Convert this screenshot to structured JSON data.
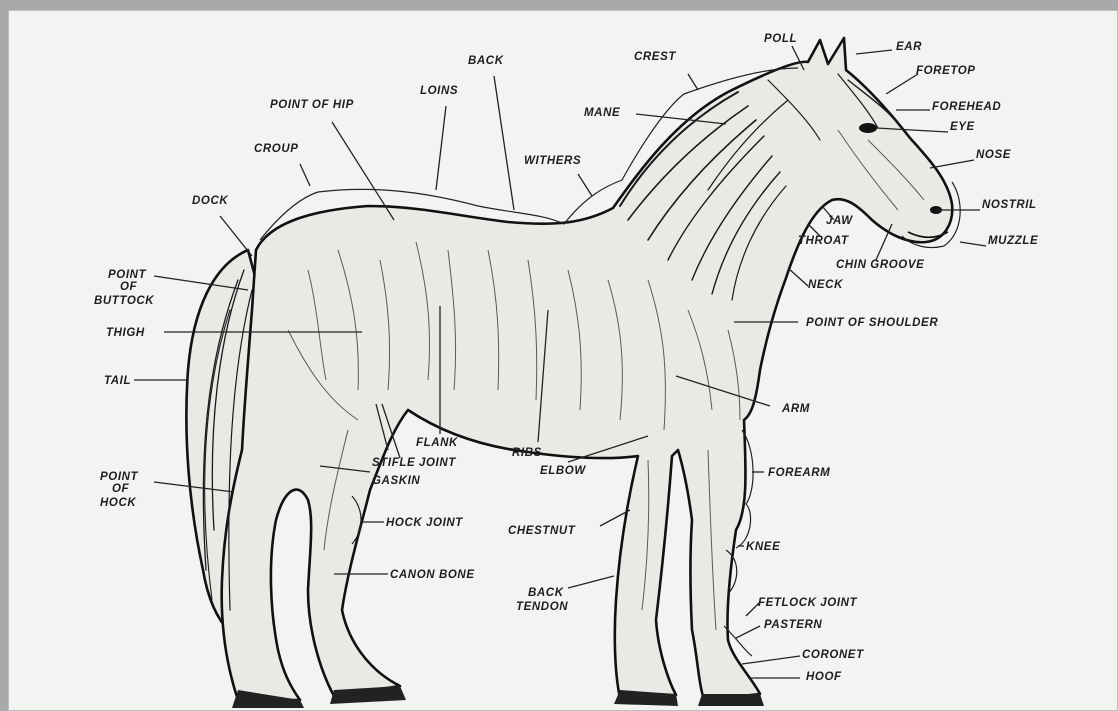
{
  "labels": {
    "poll": "POLL",
    "ear": "EAR",
    "foretop": "FORETOP",
    "forehead": "FOREHEAD",
    "eye": "EYE",
    "nose": "NOSE",
    "nostril": "NOSTRIL",
    "muzzle": "MUZZLE",
    "chin_groove": "CHIN GROOVE",
    "jaw": "JAW",
    "throat": "THROAT",
    "neck": "NECK",
    "crest": "CREST",
    "mane": "MANE",
    "withers": "WITHERS",
    "back": "BACK",
    "loins": "LOINS",
    "point_of_hip": "POINT OF HIP",
    "croup": "CROUP",
    "dock": "DOCK",
    "point_of_buttock_1": "POINT",
    "point_of_buttock_2": "OF",
    "point_of_buttock_3": "BUTTOCK",
    "thigh": "THIGH",
    "tail": "TAIL",
    "point_of_hock_1": "POINT",
    "point_of_hock_2": "OF",
    "point_of_hock_3": "HOCK",
    "flank": "FLANK",
    "stifle_joint": "STIFLE JOINT",
    "gaskin": "GASKIN",
    "hock_joint": "HOCK JOINT",
    "canon_bone": "CANON BONE",
    "ribs": "RIBS",
    "elbow": "ELBOW",
    "chestnut": "CHESTNUT",
    "back_tendon_1": "BACK",
    "back_tendon_2": "TENDON",
    "point_of_shoulder": "POINT OF SHOULDER",
    "arm": "ARM",
    "forearm": "FOREARM",
    "knee": "KNEE",
    "fetlock_joint": "FETLOCK JOINT",
    "pastern": "PASTERN",
    "coronet": "CORONET",
    "hoof": "HOOF"
  }
}
